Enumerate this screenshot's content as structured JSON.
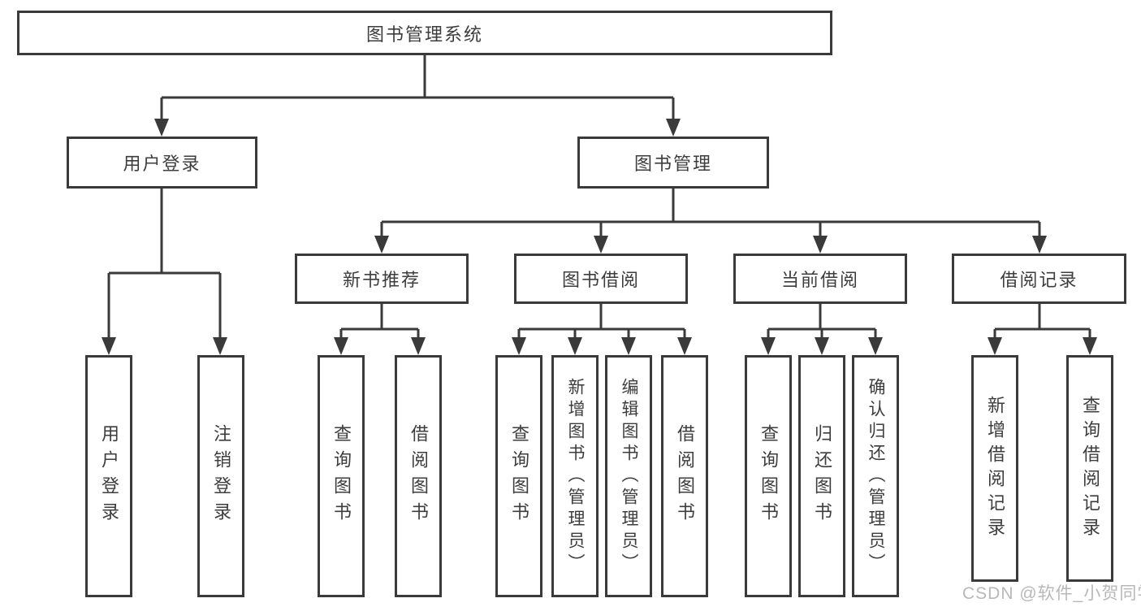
{
  "diagram": {
    "root": {
      "label": "图书管理系统"
    },
    "user_login": {
      "label": "用户登录",
      "children": {
        "login": {
          "label": "用户登录"
        },
        "logout": {
          "label": "注销登录"
        }
      }
    },
    "book_mgmt": {
      "label": "图书管理",
      "new_book_rec": {
        "label": "新书推荐",
        "children": {
          "query_book": {
            "label": "查询图书"
          },
          "borrow_book": {
            "label": "借阅图书"
          }
        }
      },
      "book_borrow": {
        "label": "图书借阅",
        "children": {
          "query_book": {
            "label": "查询图书"
          },
          "add_book": {
            "label": "新增图书（管理员）"
          },
          "edit_book": {
            "label": "编辑图书（管理员）"
          },
          "borrow_book": {
            "label": "借阅图书"
          }
        }
      },
      "current_borrow": {
        "label": "当前借阅",
        "children": {
          "query_book": {
            "label": "查询图书"
          },
          "return_book": {
            "label": "归还图书"
          },
          "confirm_return": {
            "label": "确认归还（管理员）"
          }
        }
      },
      "borrow_records": {
        "label": "借阅记录",
        "children": {
          "add_record": {
            "label": "新增借阅记录"
          },
          "query_record": {
            "label": "查询借阅记录"
          }
        }
      }
    },
    "watermark": "CSDN @软件_小贺同学",
    "colors": {
      "line": "#3a3a3a",
      "text": "#3d3d3d",
      "box_bg": "#ffffff",
      "background": "#ffffff",
      "watermark": "#b8b8b8"
    }
  }
}
